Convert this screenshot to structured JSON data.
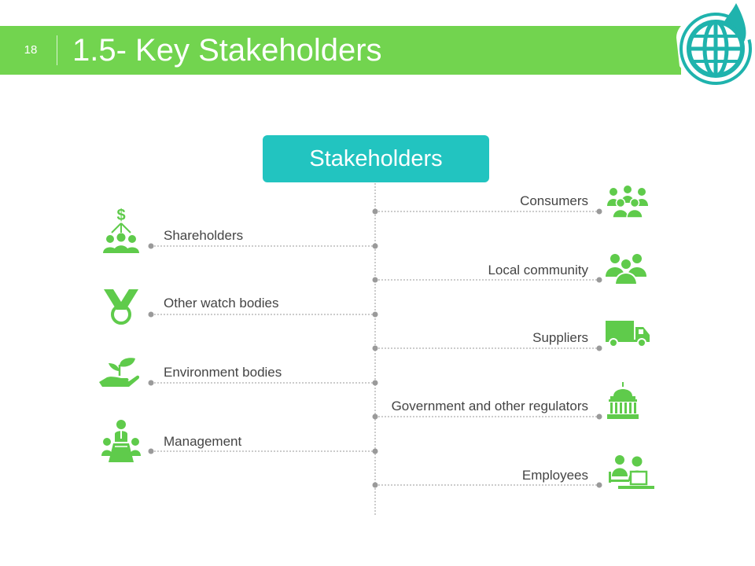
{
  "slide": {
    "number": "18",
    "title": "1.5- Key Stakeholders"
  },
  "colors": {
    "header_green": "#72d44f",
    "icon_green": "#5fcb4b",
    "root_teal": "#22c4c0",
    "logo_teal": "#1fb3ad",
    "line_gray": "#9a9a9a"
  },
  "diagram": {
    "root_label": "Stakeholders",
    "left_items": [
      {
        "label": "Shareholders",
        "icon": "shareholders-icon"
      },
      {
        "label": "Other watch bodies",
        "icon": "medal-icon"
      },
      {
        "label": "Environment bodies",
        "icon": "plant-in-hand-icon"
      },
      {
        "label": "Management",
        "icon": "meeting-table-icon"
      }
    ],
    "right_items": [
      {
        "label": "Consumers",
        "icon": "crowd-icon"
      },
      {
        "label": "Local community",
        "icon": "group-icon"
      },
      {
        "label": "Suppliers",
        "icon": "truck-icon"
      },
      {
        "label": "Government and other regulators",
        "icon": "capitol-building-icon"
      },
      {
        "label": "Employees",
        "icon": "employees-at-desks-icon"
      }
    ]
  }
}
